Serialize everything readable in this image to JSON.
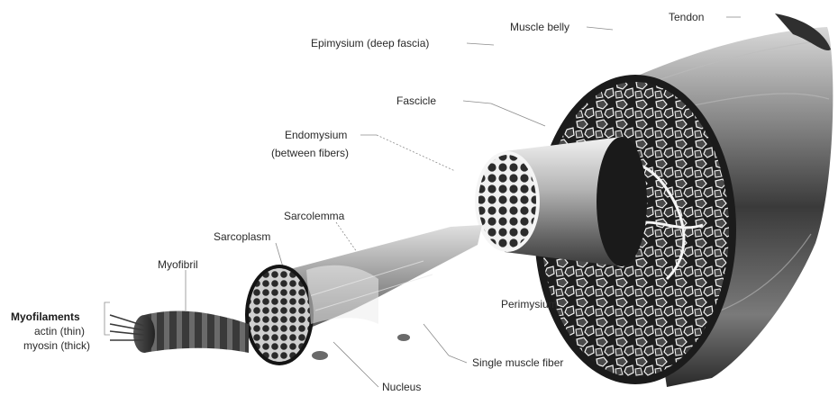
{
  "figure": {
    "structures": {
      "tendon": "Tendon",
      "muscle_belly": "Muscle belly",
      "epimysium": "Epimysium (deep fascia)",
      "fascicle": "Fascicle",
      "endomysium": "Endomysium",
      "endomysium_note": "(between fibers)",
      "sarcolemma": "Sarcolemma",
      "sarcoplasm": "Sarcoplasm",
      "myofibril": "Myofibril",
      "myofilaments": "Myofilaments",
      "actin": "actin (thin)",
      "myosin": "myosin (thick)",
      "perimysium": "Perimysium",
      "single_fiber": "Single muscle fiber",
      "nucleus": "Nucleus"
    }
  }
}
